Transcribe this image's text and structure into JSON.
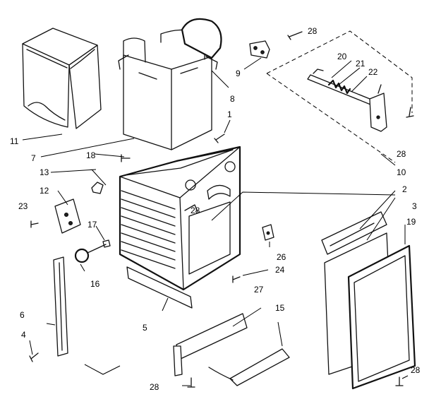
{
  "diagram": {
    "callouts": [
      {
        "id": "c28a",
        "text": "28"
      },
      {
        "id": "c9",
        "text": "9"
      },
      {
        "id": "c8",
        "text": "8"
      },
      {
        "id": "c20",
        "text": "20"
      },
      {
        "id": "c21",
        "text": "21"
      },
      {
        "id": "c22",
        "text": "22"
      },
      {
        "id": "c1",
        "text": "1"
      },
      {
        "id": "c28b",
        "text": "28"
      },
      {
        "id": "c11",
        "text": "11"
      },
      {
        "id": "c7",
        "text": "7"
      },
      {
        "id": "c10",
        "text": "10"
      },
      {
        "id": "c18",
        "text": "18"
      },
      {
        "id": "c13",
        "text": "13"
      },
      {
        "id": "c12",
        "text": "12"
      },
      {
        "id": "c2",
        "text": "2"
      },
      {
        "id": "c3",
        "text": "3"
      },
      {
        "id": "c23",
        "text": "23"
      },
      {
        "id": "c28c",
        "text": "28"
      },
      {
        "id": "c17",
        "text": "17"
      },
      {
        "id": "c19",
        "text": "19"
      },
      {
        "id": "c26",
        "text": "26"
      },
      {
        "id": "c16",
        "text": "16"
      },
      {
        "id": "c24",
        "text": "24"
      },
      {
        "id": "c6",
        "text": "6"
      },
      {
        "id": "c5",
        "text": "5"
      },
      {
        "id": "c27",
        "text": "27"
      },
      {
        "id": "c15",
        "text": "15"
      },
      {
        "id": "c4",
        "text": "4"
      },
      {
        "id": "c28d",
        "text": "28"
      },
      {
        "id": "c28e",
        "text": "28"
      }
    ]
  }
}
